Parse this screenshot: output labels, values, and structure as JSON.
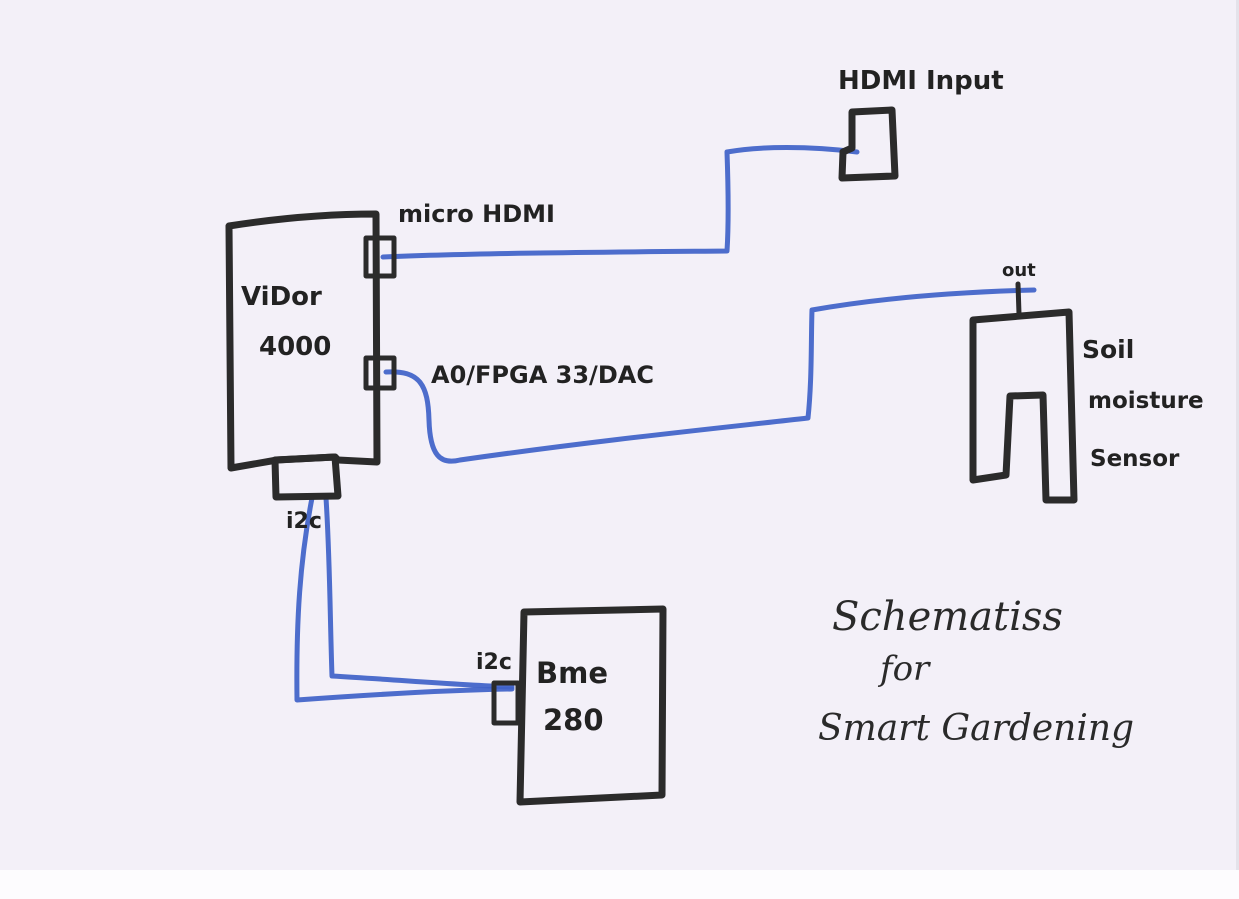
{
  "labels": {
    "hdmi_input": "HDMI Input",
    "micro_hdmi": "micro HDMI",
    "vidor_line1": "ViDor",
    "vidor_line2": "4000",
    "a0_pin": "A0/FPGA 33/DAC",
    "out_pin": "out",
    "soil_line1": "Soil",
    "soil_line2": "moisture",
    "soil_line3": "Sensor",
    "i2c_vidor": "i2c",
    "i2c_bme": "i2c",
    "bme_line1": "Bme",
    "bme_line2": "280",
    "title_line1": "Schematiss",
    "title_line2": "for",
    "title_line3": "Smart Gardening"
  },
  "colors": {
    "ink": "#2b2b2b",
    "wire": "#3f62c8",
    "paper": "#f3f0f8"
  }
}
